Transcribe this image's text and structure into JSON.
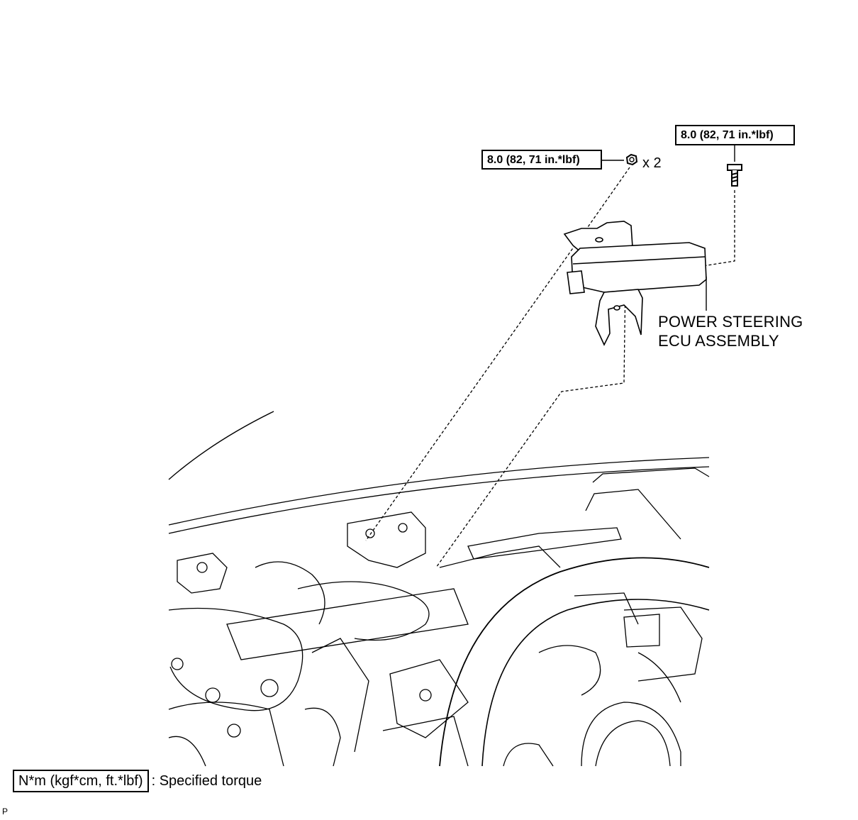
{
  "torque_callouts": [
    {
      "value": "8.0 (82, 71 in.*lbf)",
      "quantity": "x 2"
    },
    {
      "value": "8.0 (82, 71 in.*lbf)"
    }
  ],
  "part_label": {
    "line1": "POWER STEERING",
    "line2": "ECU ASSEMBLY"
  },
  "legend": {
    "unit_box": "N*m (kgf*cm, ft.*lbf)",
    "text": ": Specified torque"
  },
  "figure_code": "P"
}
